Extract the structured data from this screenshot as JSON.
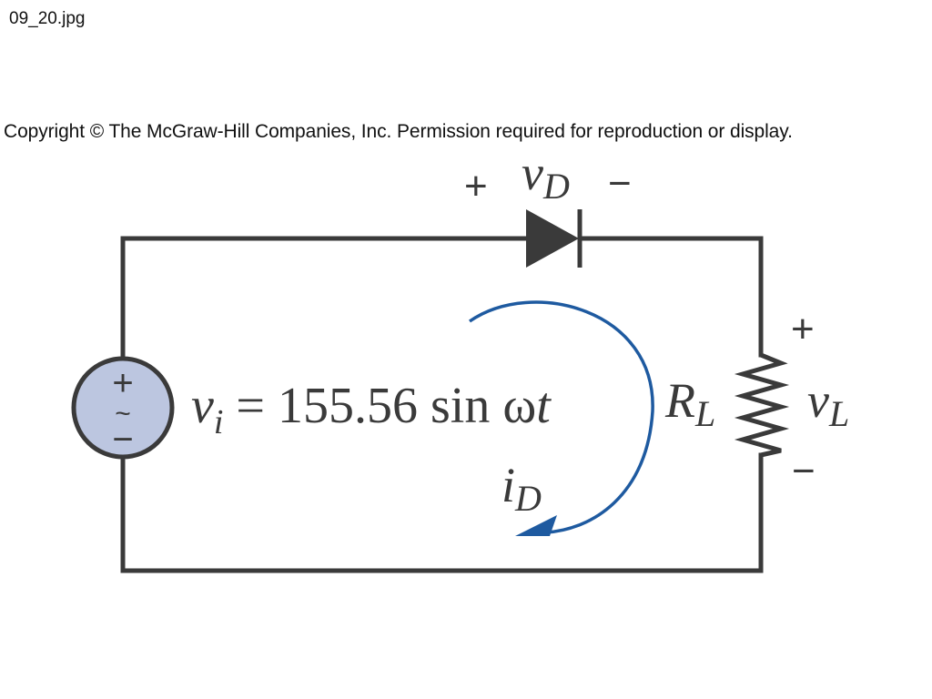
{
  "header": {
    "file_name": "09_20.jpg",
    "copyright": "Copyright © The McGraw-Hill Companies, Inc. Permission required for reproduction or display."
  },
  "circuit": {
    "source": {
      "plus": "+",
      "tilde": "~",
      "minus": "−",
      "equation": {
        "var": "v",
        "sub": "i",
        "expr": " = 155.56 sin ω",
        "t": "t"
      }
    },
    "diode": {
      "plus": "+",
      "minus": "−",
      "var": "v",
      "sub": "D"
    },
    "current": {
      "var": "i",
      "sub": "D"
    },
    "resistor": {
      "var": "R",
      "sub": "L"
    },
    "load_voltage": {
      "plus": "+",
      "minus": "−",
      "var": "v",
      "sub": "L"
    }
  },
  "colors": {
    "wire": "#3a3a3a",
    "source_fill": "#bcc6e0",
    "current_arrow": "#1e5aa0",
    "text": "#3a3a3a"
  }
}
